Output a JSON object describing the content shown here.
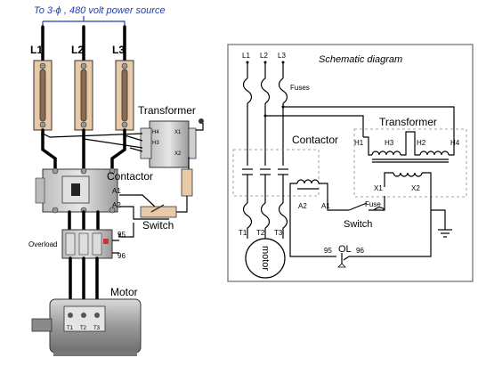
{
  "source_title": "To 3-ϕ , 480 volt power source",
  "left": {
    "lines": [
      "L1",
      "L2",
      "L3"
    ],
    "transformer_label": "Transformer",
    "contactor_label": "Contactor",
    "a1": "A1",
    "a2": "A2",
    "switch_label": "Switch",
    "overload_label": "Overload",
    "t95": "95",
    "t96": "96",
    "motor_label": "Motor",
    "motor_terminals": [
      "T1",
      "T2",
      "T3"
    ]
  },
  "schematic": {
    "title": "Schematic diagram",
    "lines": [
      "L1",
      "L2",
      "L3"
    ],
    "fuses_label": "Fuses",
    "transformer_label": "Transformer",
    "contactor_label": "Contactor",
    "h_terminals": [
      "H1",
      "H3",
      "H2",
      "H4"
    ],
    "x1": "X1",
    "x2": "X2",
    "fuse_label": "Fuse",
    "a1": "A1",
    "a2": "A2",
    "switch_label": "Switch",
    "t_terminals": [
      "T1",
      "T2",
      "T3"
    ],
    "motor_label": "motor",
    "ol_label": "OL",
    "t95": "95",
    "t96": "96"
  },
  "colors": {
    "blue": "#1f3fb0",
    "fuse_fill": "#e8c9a8",
    "metal_dark": "#6a6a6a",
    "metal_light": "#cfcfcf"
  }
}
